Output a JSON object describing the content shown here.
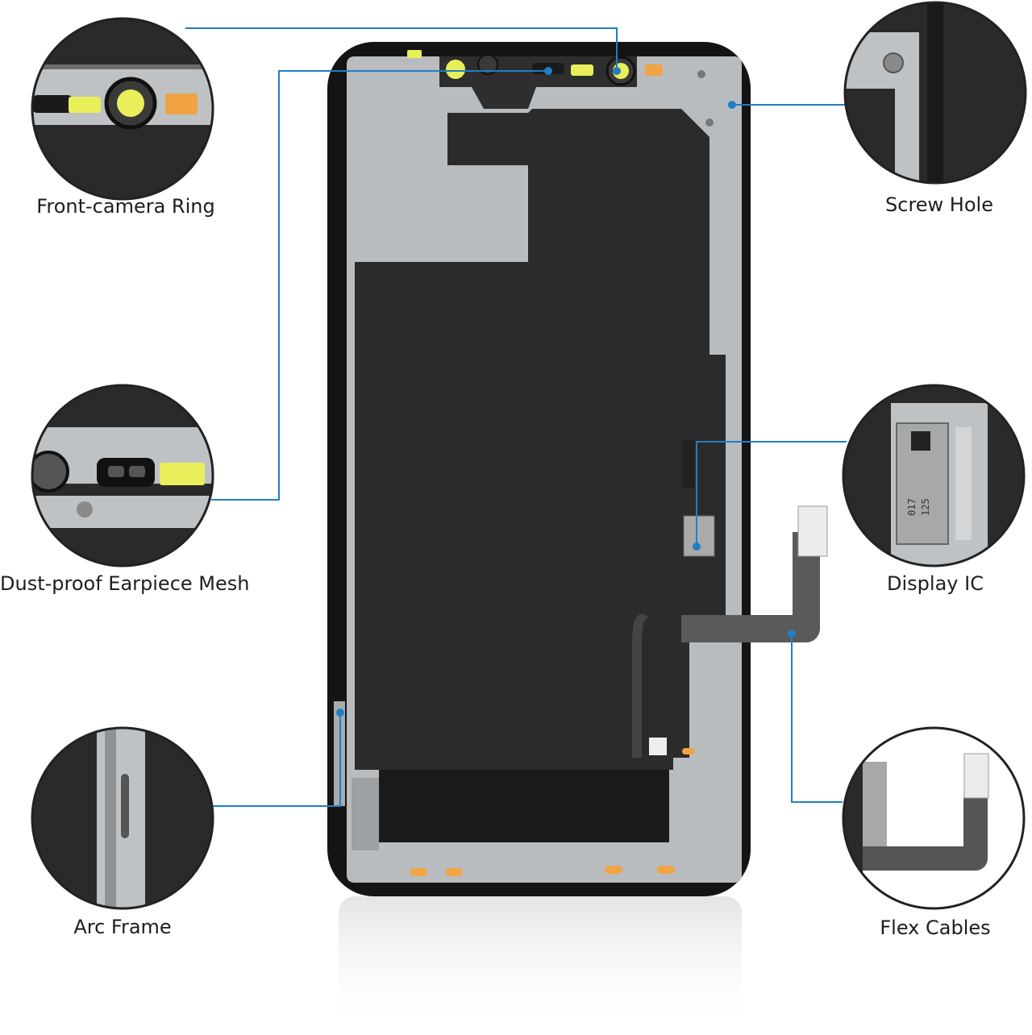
{
  "colors": {
    "accent": "#1f7fc4",
    "frame_metal": "#b9bcbf",
    "panel_black": "#2b2b2b",
    "bezel": "#141414",
    "flex_gray": "#5a5a5a",
    "pad_yellow": "#e8ef5a",
    "pad_orange": "#f0a443"
  },
  "callouts": [
    {
      "id": "front-camera-ring",
      "label": "Front-camera Ring"
    },
    {
      "id": "dust-proof-earpiece-mesh",
      "label": "Dust-proof Earpiece Mesh"
    },
    {
      "id": "arc-frame",
      "label": "Arc Frame"
    },
    {
      "id": "screw-hole",
      "label": "Screw Hole"
    },
    {
      "id": "display-ic",
      "label": "Display IC"
    },
    {
      "id": "flex-cables",
      "label": "Flex Cables"
    }
  ],
  "ic_marking": {
    "line1": "017",
    "line2": "125"
  }
}
